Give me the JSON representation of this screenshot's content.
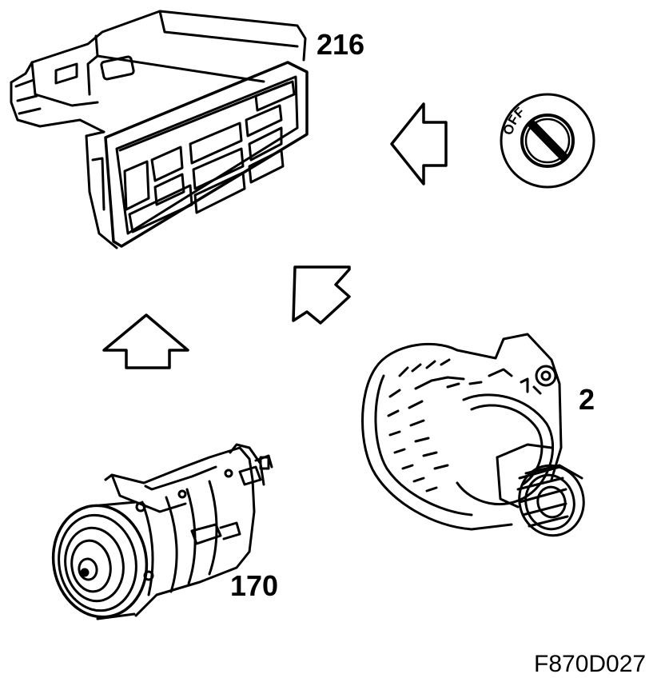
{
  "components": [
    {
      "id": "climate-control-panel",
      "callout": "216"
    },
    {
      "id": "ignition-switch",
      "marking": "OFF"
    },
    {
      "id": "alternator",
      "callout": "2"
    },
    {
      "id": "ac-compressor",
      "callout": "170"
    }
  ],
  "figure_id": "F870D027",
  "colors": {
    "line": "#000000",
    "background": "#ffffff"
  }
}
